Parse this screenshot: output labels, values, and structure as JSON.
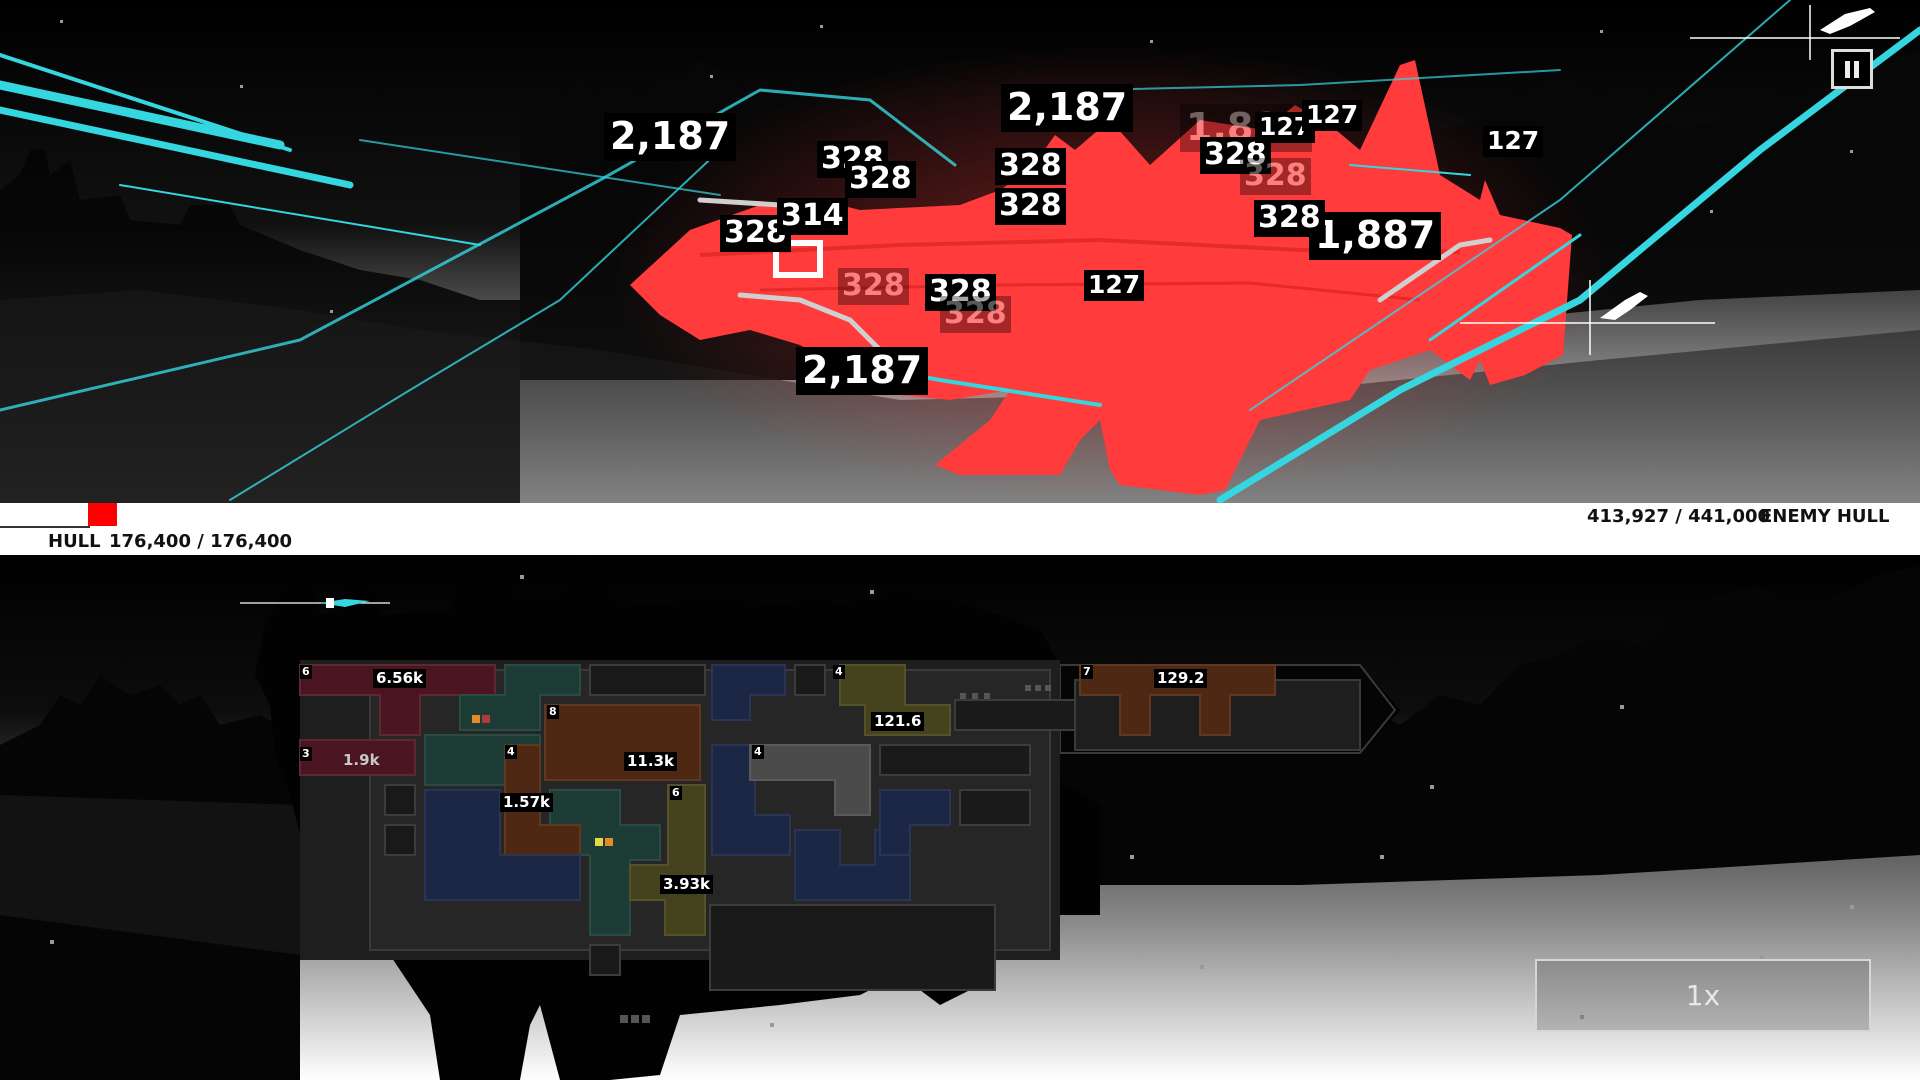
{
  "colors": {
    "enemy_ship": "#ff3b3b",
    "laser": "#35d6e0",
    "hull_indicator": "#ff0000",
    "hud_bar": "#ffffff"
  },
  "player": {
    "hull_label": "HULL",
    "hull_value": "176,400 / 176,400"
  },
  "enemy": {
    "hull_label": "ENEMY HULL",
    "hull_value": "413,927 / 441,000"
  },
  "damage_numbers": [
    "2,187",
    "2,187",
    "2,187",
    "1,887",
    "1,887",
    "328",
    "328",
    "328",
    "328",
    "328",
    "328",
    "328",
    "328",
    "328",
    "328",
    "328",
    "314",
    "127",
    "127",
    "127",
    "127"
  ],
  "rooms": [
    {
      "id": "6",
      "value": "6.56k"
    },
    {
      "id": "3",
      "value": "1.9k"
    },
    {
      "id": "8",
      "value": "11.3k"
    },
    {
      "id": "4",
      "value": "1.57k"
    },
    {
      "id": "6",
      "value": "3.93k"
    },
    {
      "id": "4",
      "value": ""
    },
    {
      "id": "4",
      "value": "121.6"
    },
    {
      "id": "7",
      "value": "129.2"
    }
  ],
  "controls": {
    "speed_label": "1x",
    "pause_icon": "pause-icon"
  }
}
